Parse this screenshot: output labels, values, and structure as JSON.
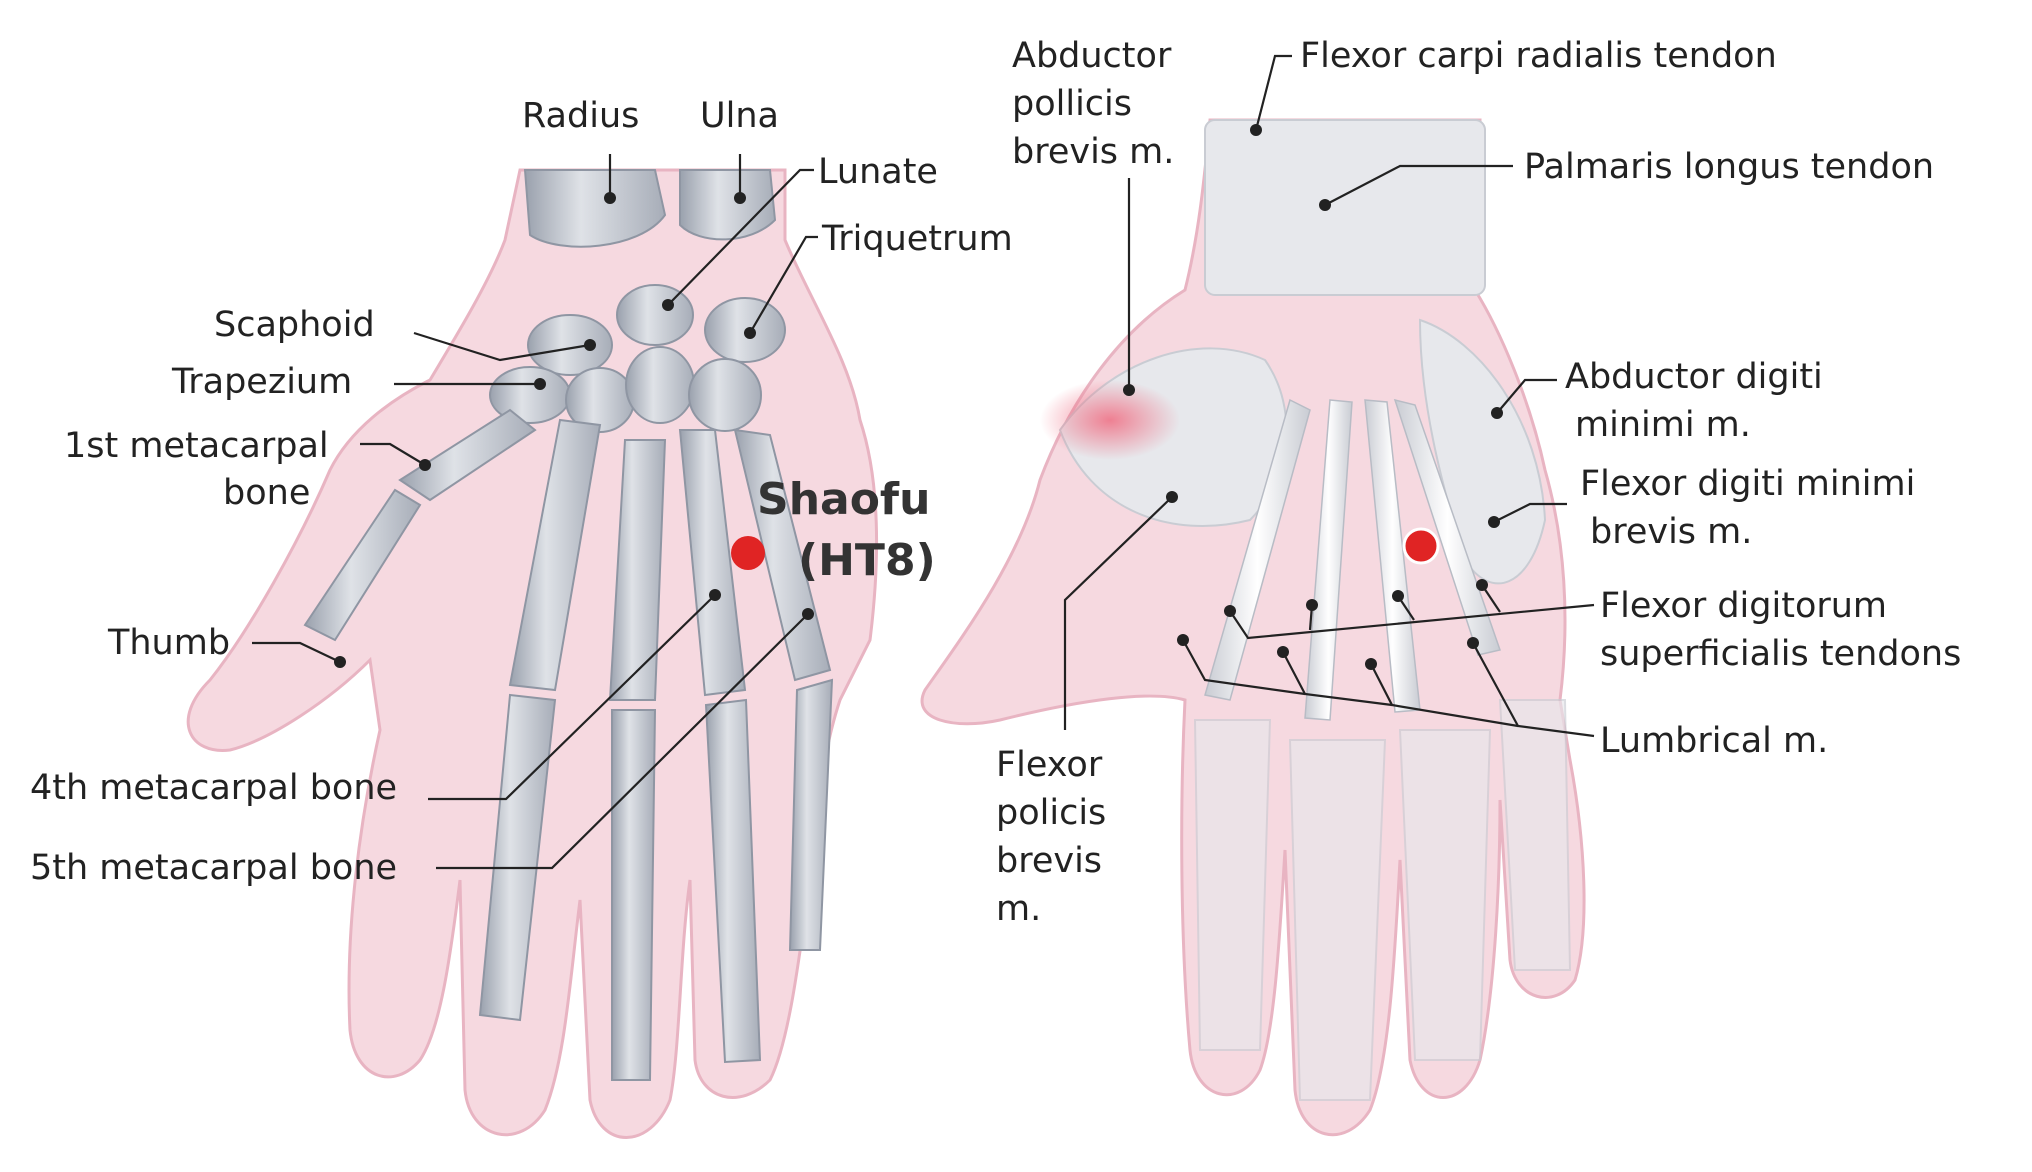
{
  "diagram": {
    "acupoint": {
      "name": "Shaofu",
      "code": "(HT8)",
      "color": "#e02424"
    },
    "colors": {
      "skin": "#f6d9e0",
      "skin_edge": "#e8b4c2",
      "bone": "#cfd3da",
      "bone_shadow": "#8f96a3",
      "muscle": "#e7e8ec",
      "tendon": "#f7f7f9",
      "highlight": "#f08a9a",
      "text": "#222222"
    },
    "left_hand_labels": {
      "radius": "Radius",
      "ulna": "Ulna",
      "lunate": "Lunate",
      "triquetrum": "Triquetrum",
      "scaphoid": "Scaphoid",
      "trapezium": "Trapezium",
      "first_metacarpal": [
        "1st metacarpal",
        "bone"
      ],
      "thumb": "Thumb",
      "fourth_metacarpal": "4th metacarpal bone",
      "fifth_metacarpal": "5th metacarpal bone"
    },
    "right_hand_labels": {
      "abductor_pollicis_brevis": [
        "Abductor",
        "pollicis",
        "brevis m."
      ],
      "flexor_carpi_radialis": "Flexor carpi radialis tendon",
      "palmaris_longus": "Palmaris longus tendon",
      "abductor_digiti_minimi": [
        "Abductor digiti",
        "minimi m."
      ],
      "flexor_digiti_minimi_brevis": [
        "Flexor digiti minimi",
        "brevis m."
      ],
      "flexor_digitorum_superficialis": [
        "Flexor digitorum",
        "superficialis tendons"
      ],
      "lumbrical": "Lumbrical m.",
      "flexor_pollicis_brevis": [
        "Flexor",
        "policis",
        "brevis",
        "m."
      ]
    }
  }
}
